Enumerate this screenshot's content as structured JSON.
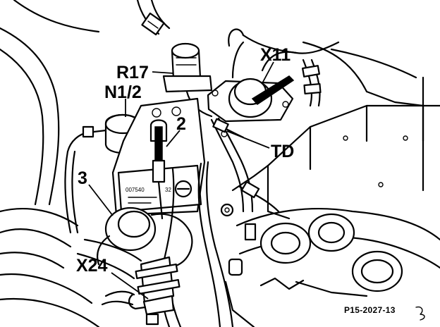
{
  "diagram": {
    "callouts": {
      "r17": "R17",
      "n12": "N1/2",
      "x11": "X11",
      "c2": "2",
      "td": "TD",
      "c3": "3",
      "x24": "X24"
    },
    "part_marking_top": "007540",
    "part_marking_bottom": "32",
    "figure_ref": "P15-2027-13"
  }
}
